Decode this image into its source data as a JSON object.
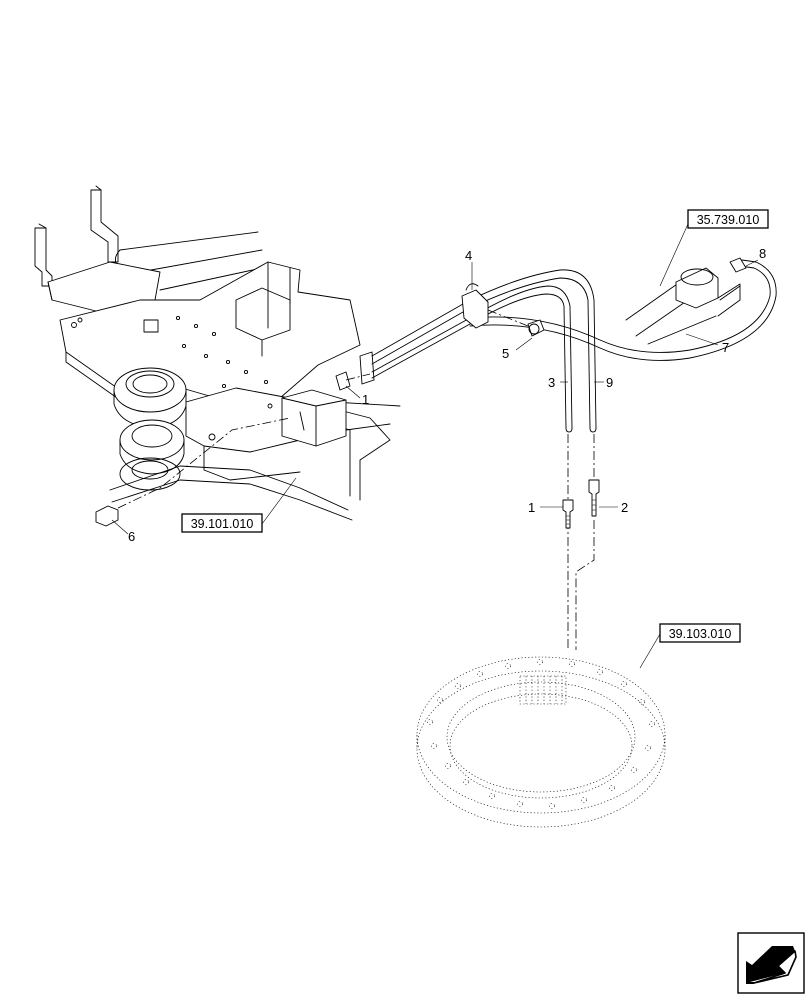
{
  "callouts": [
    {
      "id": "c4",
      "text": "4"
    },
    {
      "id": "c8",
      "text": "8"
    },
    {
      "id": "c5",
      "text": "5"
    },
    {
      "id": "c7",
      "text": "7"
    },
    {
      "id": "c3",
      "text": "3"
    },
    {
      "id": "c9",
      "text": "9"
    },
    {
      "id": "c1a",
      "text": "1"
    },
    {
      "id": "c1b",
      "text": "1"
    },
    {
      "id": "c2",
      "text": "2"
    },
    {
      "id": "c6",
      "text": "6"
    }
  ],
  "references": [
    {
      "id": "ref-35739010",
      "text": "35.739.010"
    },
    {
      "id": "ref-39101010",
      "text": "39.101.010"
    },
    {
      "id": "ref-39103010",
      "text": "39.103.010"
    }
  ],
  "nav_icon": "arrow-left-icon"
}
